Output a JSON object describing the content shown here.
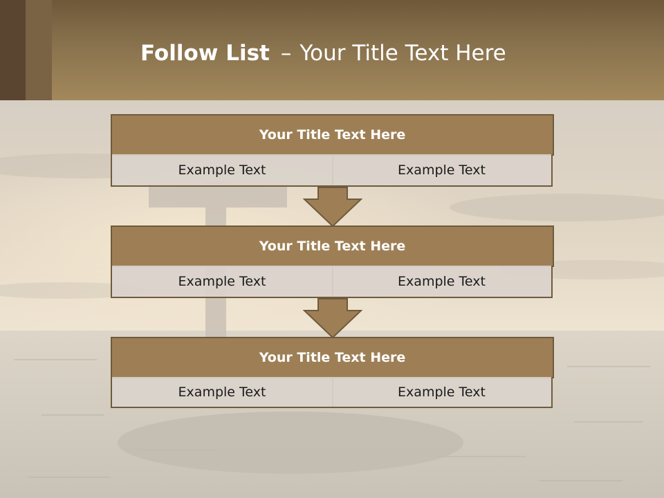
{
  "slide": {
    "title_strong": "Follow List",
    "title_separator": "–",
    "title_rest": "Your Title Text Here"
  },
  "steps": [
    {
      "title": "Your Title Text Here",
      "left": "Example Text",
      "right": "Example Text"
    },
    {
      "title": "Your Title Text Here",
      "left": "Example Text",
      "right": "Example Text"
    },
    {
      "title": "Your Title Text Here",
      "left": "Example Text",
      "right": "Example Text"
    }
  ],
  "colors": {
    "header_band": "#a3885b",
    "box_title_fill": "#9e7f55",
    "box_border": "#6f5a3c",
    "cell_fill": "#dad3cb",
    "arrow_fill": "#9e7f55"
  }
}
